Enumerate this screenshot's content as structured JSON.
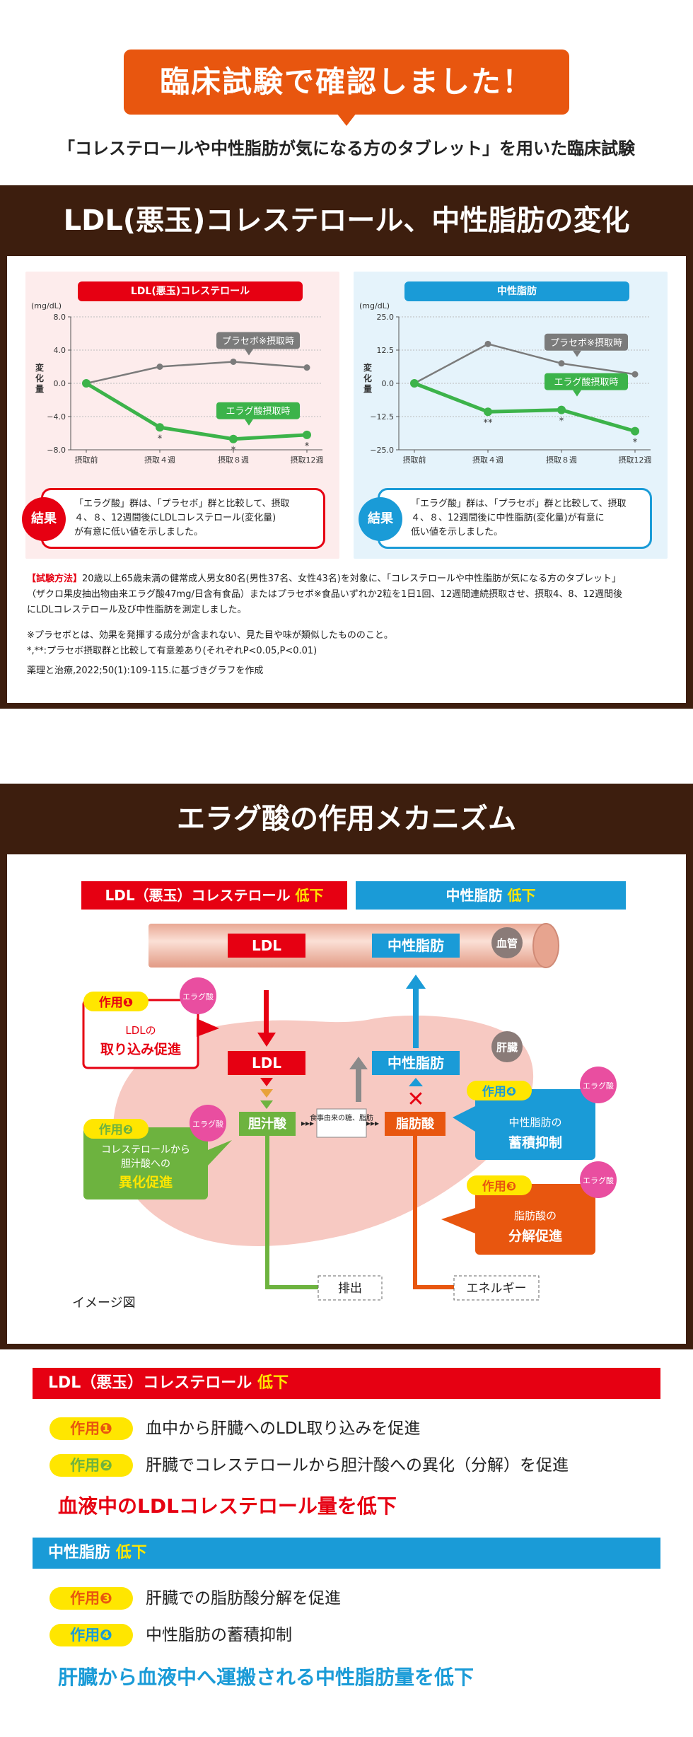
{
  "header": {
    "banner": "臨床試験で確認しました！",
    "subtitle": "「コレステロールや中性脂肪が気になる方のタブレット」を用いた臨床試験"
  },
  "section1": {
    "title": "LDL(悪玉)コレステロール、中性脂肪の変化"
  },
  "chart_data": [
    {
      "type": "line",
      "title": "LDL(悪玉)コレステロール",
      "unit": "(mg/dL)",
      "ylabel": "変化量",
      "categories": [
        "摂取前",
        "摂取４週",
        "摂取８週",
        "摂取12週"
      ],
      "yticks": [
        "8.0",
        "4.0",
        "0.0",
        "−4.0",
        "−8.0"
      ],
      "ylim": [
        -8,
        8
      ],
      "series": [
        {
          "name": "プラセボ※摂取時",
          "color": "#7b7b7b",
          "values": [
            0.0,
            2.0,
            2.6,
            1.9
          ]
        },
        {
          "name": "エラグ酸摂取時",
          "color": "#3cb34a",
          "values": [
            0.0,
            -5.3,
            -6.7,
            -6.2
          ]
        }
      ],
      "significance": [
        "",
        "*",
        "*",
        "*"
      ]
    },
    {
      "type": "line",
      "title": "中性脂肪",
      "unit": "(mg/dL)",
      "ylabel": "変化量",
      "categories": [
        "摂取前",
        "摂取４週",
        "摂取８週",
        "摂取12週"
      ],
      "yticks": [
        "25.0",
        "12.5",
        "0.0",
        "−12.5",
        "−25.0"
      ],
      "ylim": [
        -25,
        25
      ],
      "series": [
        {
          "name": "プラセボ※摂取時",
          "color": "#7b7b7b",
          "values": [
            0.0,
            14.8,
            7.5,
            3.4
          ]
        },
        {
          "name": "エラグ酸摂取時",
          "color": "#3cb34a",
          "values": [
            0.0,
            -10.7,
            -10.0,
            -18.0
          ]
        }
      ],
      "significance": [
        "",
        "**",
        "*",
        "*"
      ]
    }
  ],
  "results": {
    "label": "結果",
    "ldl": [
      "「エラグ酸」群は、「プラセボ」群と比較して、摂取",
      "４、８、12週間後にLDLコレステロール(変化量)",
      "が有意に低い値を示しました。"
    ],
    "tg": [
      "「エラグ酸」群は、「プラセボ」群と比較して、摂取",
      "４、８、12週間後に中性脂肪(変化量)が有意に",
      "低い値を示しました。"
    ]
  },
  "method": {
    "label": "【試験方法】",
    "line1": "20歳以上65歳未満の健常成人男女80名(男性37名、女性43名)を対象に、「コレステロールや中性脂肪が気になる方のタブレット」",
    "line2": "（ザクロ果皮抽出物由来エラグ酸47mg/日含有食品）またはプラセボ※食品いずれか2粒を1日1回、12週間連続摂取させ、摂取4、8、12週間後",
    "line3": "にLDLコレステロール及び中性脂肪を測定しました。",
    "note1": "※プラセボとは、効果を発揮する成分が含まれない、見た目や味が類似したもののこと。",
    "note2": "*,**:プラセボ摂取群と比較して有意差あり(それぞれP<0.05,P<0.01)",
    "ref": "薬理と治療,2022;50(1):109-115.に基づきグラフを作成"
  },
  "section2": {
    "title": "エラグ酸の作用メカニズム",
    "ldl_head": "LDL（悪玉）コレステロール",
    "tg_head": "中性脂肪",
    "down": "低下",
    "vessel": "血管",
    "liver": "肝臓",
    "ldl": "LDL",
    "tg": "中性脂肪",
    "bile": "胆汁酸",
    "fatacid": "脂肪酸",
    "food": "食事由来の糖、脂肪",
    "excrete": "排出",
    "energy": "エネルギー",
    "image_note": "イメージ図",
    "ellagic": "エラグ酸",
    "act1": {
      "label": "作用❶",
      "sub": "LDLの",
      "main": "取り込み促進"
    },
    "act2": {
      "label": "作用❷",
      "sub1": "コレステロールから",
      "sub2": "胆汁酸への",
      "main": "異化促進"
    },
    "act3": {
      "label": "作用❸",
      "sub": "脂肪酸の",
      "main": "分解促進"
    },
    "act4": {
      "label": "作用❹",
      "sub": "中性脂肪の",
      "main": "蓄積抑制"
    }
  },
  "summary": {
    "ldl_head": "LDL（悪玉）コレステロール",
    "tg_head": "中性脂肪",
    "down": "低下",
    "items_ldl": [
      {
        "pill": "作用❶",
        "text": "血中から肝臓へのLDL取り込みを促進"
      },
      {
        "pill": "作用❷",
        "text": "肝臓でコレステロールから胆汁酸への異化（分解）を促進"
      }
    ],
    "ldl_result": "血液中のLDLコレステロール量を低下",
    "items_tg": [
      {
        "pill": "作用❸",
        "text": "肝臓での脂肪酸分解を促進"
      },
      {
        "pill": "作用❹",
        "text": "中性脂肪の蓄積抑制"
      }
    ],
    "tg_result": "肝臓から血液中へ運搬される中性脂肪量を低下"
  },
  "colors": {
    "brown": "#3d1e0e",
    "orange": "#e8560f",
    "red": "#e60012",
    "blue": "#1a9bd7",
    "green": "#6db33f",
    "yellow": "#ffe600"
  }
}
